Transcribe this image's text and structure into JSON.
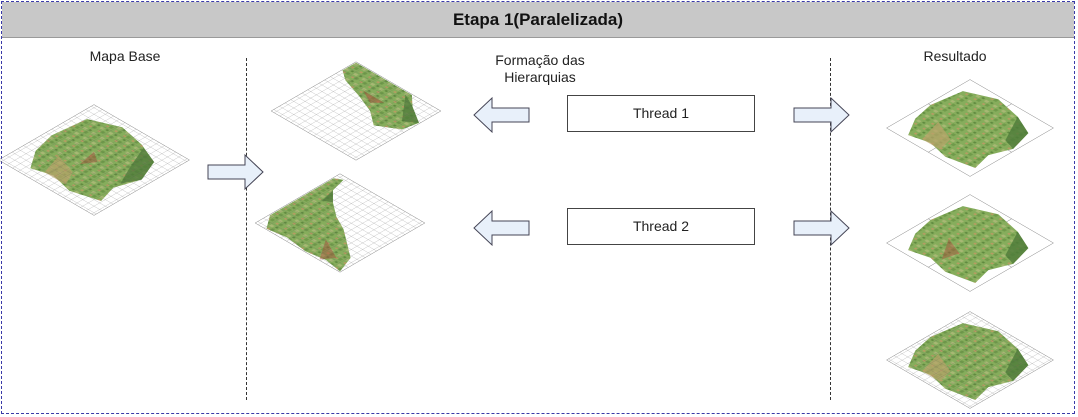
{
  "title": "Etapa 1(Paralelizada)",
  "columns": {
    "base": "Mapa Base",
    "formation_line1": "Formação das",
    "formation_line2": "Hierarquias",
    "result": "Resultado"
  },
  "threads": [
    "Thread 1",
    "Thread 2"
  ],
  "colors": {
    "frame_border": "#3a3aa8",
    "title_bg": "#c8c8c8",
    "arrow_fill": "#e8f0fa",
    "grid_line": "#7a7a7a",
    "map_green": "#7ca556",
    "map_dark_green": "#4e7a3a",
    "map_tan": "#b8a26a",
    "map_red": "#a84a3a"
  },
  "icons": [
    "arrow-right-icon",
    "arrow-left-icon",
    "terrain-map-icon",
    "iso-grid-icon"
  ]
}
